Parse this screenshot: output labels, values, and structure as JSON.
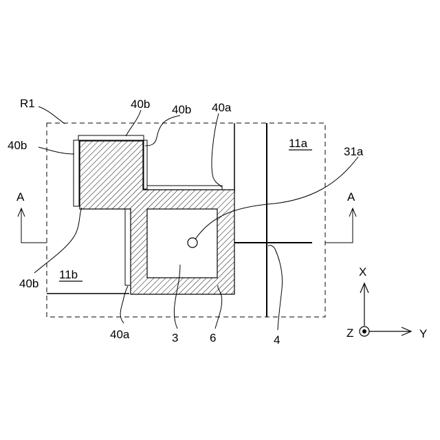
{
  "labels": {
    "region": "R1",
    "electrode_b": "40b",
    "electrode_a": "40a",
    "area_a": "11a",
    "area_b": "11b",
    "contact": "31a",
    "section": "A",
    "element": "3",
    "layer": "6",
    "wiring": "4"
  },
  "axes": {
    "x": "X",
    "y": "Y",
    "z": "Z"
  }
}
